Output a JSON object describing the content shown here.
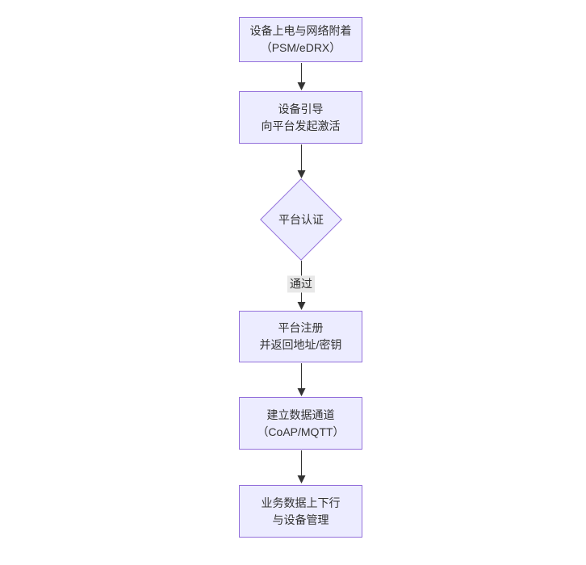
{
  "diagram": {
    "type": "flowchart",
    "direction": "top-down",
    "colors": {
      "node_fill": "#ECECFF",
      "node_border": "#9370DB",
      "edge_color": "#333333",
      "edge_label_background": "#e8e8e8",
      "text_color": "#333333",
      "page_background": "#ffffff"
    },
    "nodes": [
      {
        "id": "power-on",
        "shape": "rect",
        "lines": [
          "设备上电与网络附着",
          "（PSM/eDRX）"
        ]
      },
      {
        "id": "bootstrap",
        "shape": "rect",
        "lines": [
          "设备引导",
          "向平台发起激活"
        ]
      },
      {
        "id": "platform-auth",
        "shape": "diamond",
        "lines": [
          "平台认证"
        ]
      },
      {
        "id": "platform-register",
        "shape": "rect",
        "lines": [
          "平台注册",
          "并返回地址/密钥"
        ]
      },
      {
        "id": "data-channel",
        "shape": "rect",
        "lines": [
          "建立数据通道",
          "（CoAP/MQTT）"
        ]
      },
      {
        "id": "business-data",
        "shape": "rect",
        "lines": [
          "业务数据上下行",
          "与设备管理"
        ]
      }
    ],
    "edges": [
      {
        "from": "power-on",
        "to": "bootstrap",
        "label": ""
      },
      {
        "from": "bootstrap",
        "to": "platform-auth",
        "label": ""
      },
      {
        "from": "platform-auth",
        "to": "platform-register",
        "label": "通过"
      },
      {
        "from": "platform-register",
        "to": "data-channel",
        "label": ""
      },
      {
        "from": "data-channel",
        "to": "business-data",
        "label": ""
      }
    ]
  }
}
